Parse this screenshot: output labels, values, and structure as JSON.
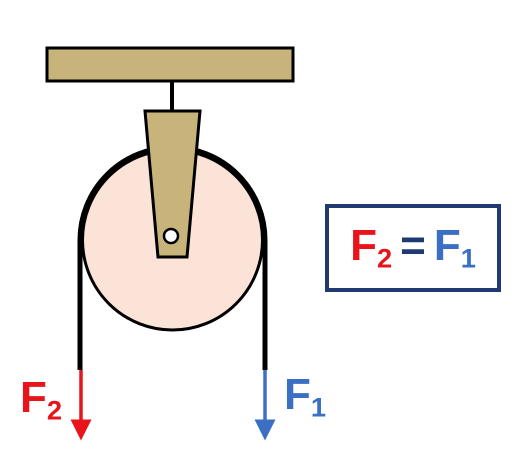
{
  "labels": {
    "left_force": {
      "base": "F",
      "sub": "2"
    },
    "right_force": {
      "base": "F",
      "sub": "1"
    }
  },
  "equation": {
    "lhs": {
      "base": "F",
      "sub": "2"
    },
    "operator": "=",
    "rhs": {
      "base": "F",
      "sub": "1"
    }
  },
  "colors": {
    "ceiling_fill": "#c8b47a",
    "ceiling_stroke": "#000000",
    "pulley_fill": "#fbe3d8",
    "bracket_fill": "#c8b47a",
    "rope": "#000000",
    "f2_color": "#e8141c",
    "f1_color": "#3a6fc4",
    "equation_border": "#1f3a72",
    "operator_color": "#1f3a72"
  }
}
